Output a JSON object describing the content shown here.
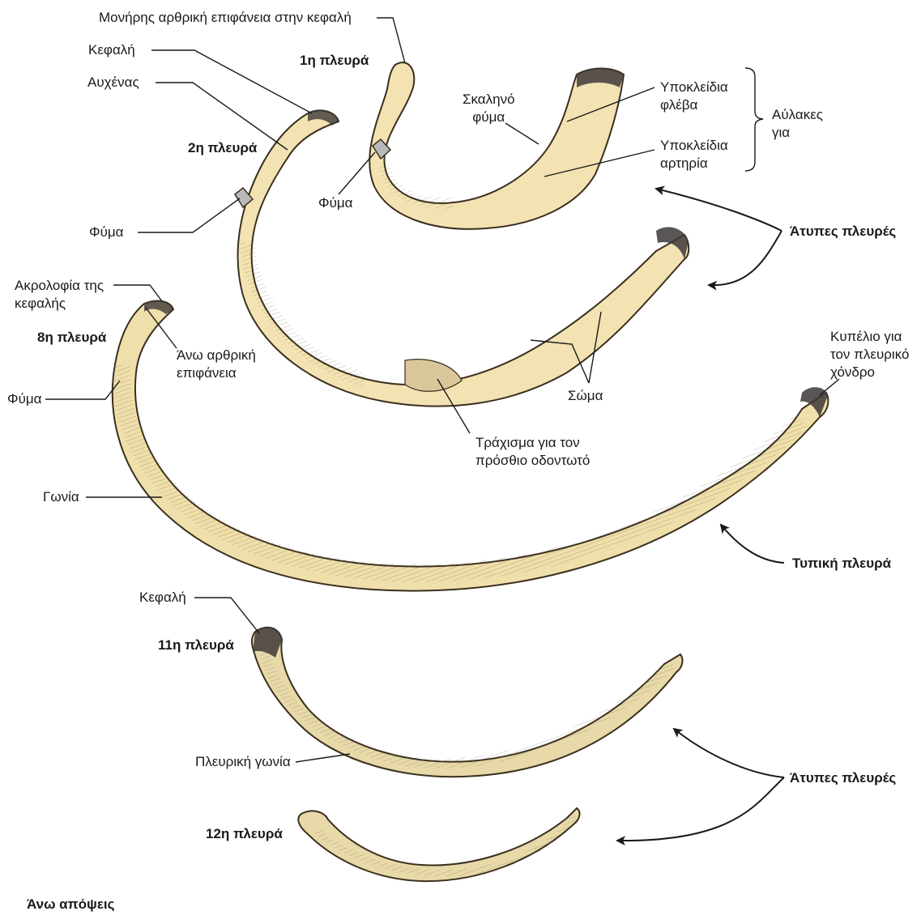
{
  "colors": {
    "bone_fill": "#f3e3b2",
    "bone_stroke": "#3a2f1f",
    "shade": "#8a7a55",
    "cartilage": "#3d3838",
    "leader": "#1a1a1a"
  },
  "ribs": {
    "first": {
      "title": "1η πλευρά",
      "head_facet": "Μονήρης αρθρική επιφάνεια στην κεφαλή",
      "scalene_tubercle": "Σκαληνό\nφύμα",
      "tubercle": "Φύμα",
      "groove_vein": "Υποκλείδια\nφλέβα",
      "groove_artery": "Υποκλείδια\nαρτηρία",
      "grooves_for": "Αύλακες\nγια"
    },
    "second": {
      "title": "2η πλευρά",
      "head": "Κεφαλή",
      "neck": "Αυχένας",
      "tubercle": "Φύμα",
      "body": "Σώμα",
      "serratus": "Τράχισμα για τον\nπρόσθιο οδοντωτό"
    },
    "eighth": {
      "title": "8η πλευρά",
      "crest": "Ακρολοφία της\nκεφαλής",
      "facet": "Άνω αρθρική\nεπιφάνεια",
      "tubercle": "Φύμα",
      "angle": "Γωνία",
      "costal_pit": "Κυπέλιο για\nτον πλευρικό\nχόνδρο"
    },
    "eleventh": {
      "title": "11η πλευρά",
      "head": "Κεφαλή",
      "angle": "Πλευρική γωνία"
    },
    "twelfth": {
      "title": "12η πλευρά"
    }
  },
  "groups": {
    "atypical_top": "Άτυπες πλευρές",
    "typical": "Τυπική πλευρά",
    "atypical_bottom": "Άτυπες πλευρές"
  },
  "caption": "Άνω απόψεις"
}
